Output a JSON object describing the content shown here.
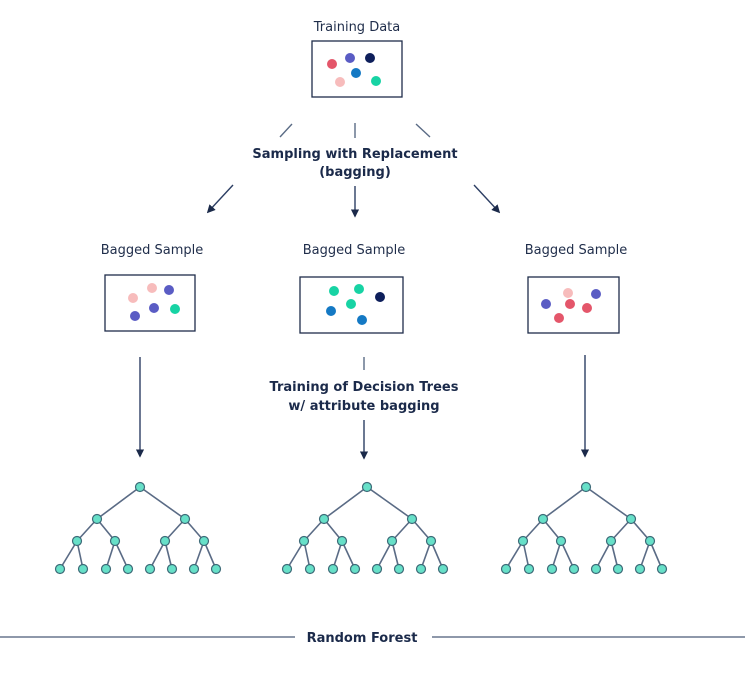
{
  "title": "Training Data",
  "sampling_label": {
    "line1": "Sampling with Replacement",
    "line2": "(bagging)"
  },
  "samples": [
    {
      "label": "Bagged Sample"
    },
    {
      "label": "Bagged Sample"
    },
    {
      "label": "Bagged Sample"
    }
  ],
  "training_label": {
    "line1": "Training of Decision Trees",
    "line2": "w/ attribute bagging"
  },
  "footer_label": "Random Forest",
  "colors": {
    "red": "#e4566a",
    "purple": "#5a5cc4",
    "navy": "#0e1f5b",
    "blue": "#1479c4",
    "pink": "#f7bcbc",
    "teal": "#17d3a4",
    "tree_node": "#67e0c8",
    "text": "#1f2d4a"
  },
  "training_data_points": [
    "red",
    "purple",
    "navy",
    "blue",
    "pink",
    "teal"
  ],
  "sample_points": [
    [
      "pink",
      "pink",
      "purple",
      "purple",
      "teal",
      "purple"
    ],
    [
      "teal",
      "teal",
      "navy",
      "teal",
      "blue",
      "blue"
    ],
    [
      "purple",
      "pink",
      "red",
      "purple",
      "red",
      "red"
    ]
  ],
  "trees": [
    {
      "name": "decision-tree-1",
      "depth": 3
    },
    {
      "name": "decision-tree-2",
      "depth": 3
    },
    {
      "name": "decision-tree-3",
      "depth": 3
    }
  ]
}
